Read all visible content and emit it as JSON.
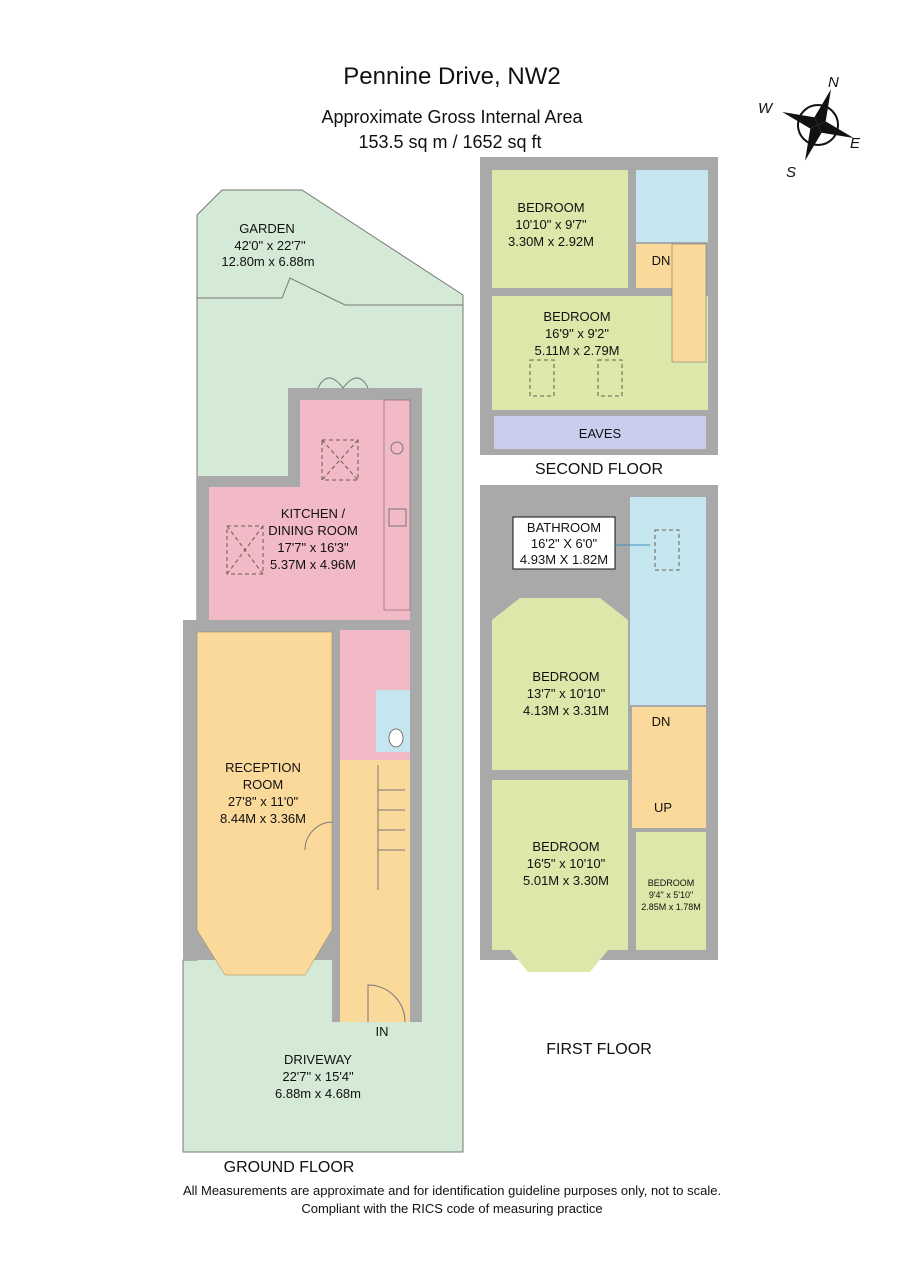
{
  "header": {
    "title": "Pennine Drive, NW2",
    "subtitle": "Approximate Gross Internal Area",
    "area": "153.5 sq m /  1652 sq ft"
  },
  "compass": {
    "n": "N",
    "e": "E",
    "s": "S",
    "w": "W"
  },
  "colors": {
    "wall": "#a9a9a9",
    "outdoor": "#d5ead6",
    "kitchen": "#f2b9c7",
    "reception": "#fbd99b",
    "bedroom": "#dbe8a9",
    "bathroom": "#c5e6ef",
    "eaves": "#c9cdee"
  },
  "ground_floor": {
    "label": "GROUND FLOOR",
    "garden": {
      "name": "GARDEN",
      "imperial": "42'0\" x 22'7\"",
      "metric": "12.80m x 6.88m"
    },
    "kitchen": {
      "name1": "KITCHEN /",
      "name2": "DINING ROOM",
      "imperial": "17'7\" x 16'3\"",
      "metric": "5.37M x 4.96M"
    },
    "reception": {
      "name1": "RECEPTION",
      "name2": "ROOM",
      "imperial": "27'8\" x 11'0\"",
      "metric": "8.44M x 3.36M"
    },
    "entrance": "IN",
    "driveway": {
      "name": "DRIVEWAY",
      "imperial": "22'7\" x 15'4\"",
      "metric": "6.88m x 4.68m"
    }
  },
  "second_floor": {
    "label": "SECOND FLOOR",
    "bedroom_a": {
      "name": "BEDROOM",
      "imperial": "10'10\" x 9'7\"",
      "metric": "3.30M x 2.92M"
    },
    "bedroom_b": {
      "name": "BEDROOM",
      "imperial": "16'9\" x 9'2\"",
      "metric": "5.11M x 2.79M"
    },
    "stairs": "DN",
    "eaves": "EAVES"
  },
  "first_floor": {
    "label": "FIRST FLOOR",
    "bathroom": {
      "name": "BATHROOM",
      "imperial": "16'2\" X 6'0\"",
      "metric": "4.93M X 1.82M"
    },
    "bedroom_a": {
      "name": "BEDROOM",
      "imperial": "13'7\" x 10'10\"",
      "metric": "4.13M x 3.31M"
    },
    "bedroom_b": {
      "name": "BEDROOM",
      "imperial": "16'5\" x 10'10\"",
      "metric": "5.01M x 3.30M"
    },
    "bedroom_c": {
      "name": "BEDROOM",
      "imperial": "9'4\" x 5'10\"",
      "metric": "2.85M x 1.78M"
    },
    "stairs_down": "DN",
    "stairs_up": "UP"
  },
  "footer": {
    "line1": "All Measurements are approximate and for identification guideline purposes only, not to scale.",
    "line2": "Compliant with the RICS code of measuring practice"
  }
}
